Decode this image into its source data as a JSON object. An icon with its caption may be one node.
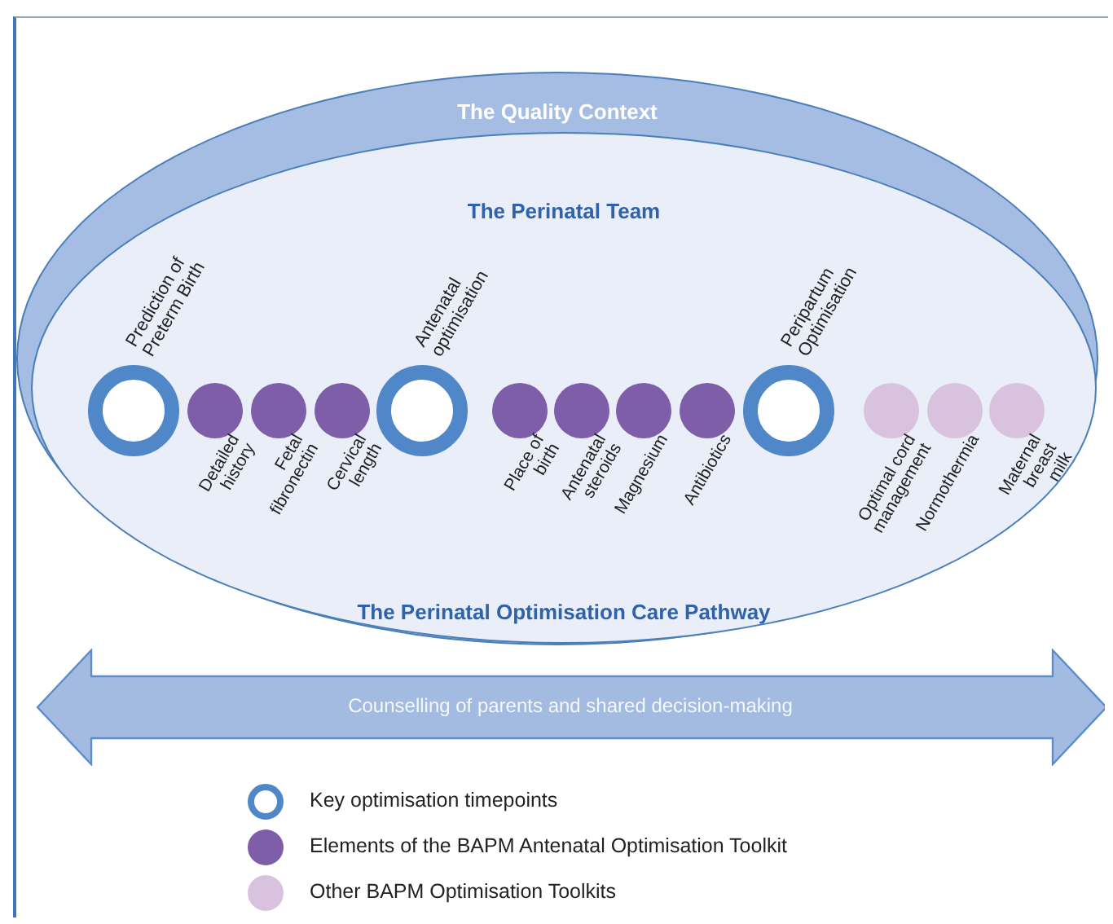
{
  "diagram": {
    "nodes": [
      {
        "text": [
          "The Quality Context"
        ]
      },
      {
        "text": [
          "The Perinatal Team",
          "The Perinatal Optimisation Care Pathway"
        ],
        "in": 0
      },
      {
        "text": [
          "Prediction of Preterm Birth"
        ],
        "in": 1
      },
      {
        "text": [
          "Detailed history"
        ],
        "in": 1
      },
      {
        "text": [
          "Fetal fibronectin"
        ],
        "in": 1
      },
      {
        "text": [
          "Cervical length"
        ],
        "in": 1
      },
      {
        "text": [
          "Antenatal optimisation"
        ],
        "in": 1
      },
      {
        "text": [
          "Place of birth"
        ],
        "in": 1
      },
      {
        "text": [
          "Antenatal steroids"
        ],
        "in": 1
      },
      {
        "text": [
          "Magnesium"
        ],
        "in": 1
      },
      {
        "text": [
          "Antibiotics"
        ],
        "in": 1
      },
      {
        "text": [
          "Peripartum Optimisation"
        ],
        "in": 1
      },
      {
        "text": [
          "Optimal cord management"
        ],
        "in": 1
      },
      {
        "text": [
          "Normothermia"
        ],
        "in": 1
      },
      {
        "text": [
          "Maternal breast milk"
        ],
        "in": 1
      },
      {
        "text": [
          "Counselling of parents and shared decision-making"
        ]
      }
    ],
    "edges": [],
    "legend": [
      {
        "text": "Key optimisation timepoints"
      },
      {
        "text": "Elements of the BAPM Antenatal Optimisation Toolkit",
        "color": "#7e5ea9"
      },
      {
        "text": "Other BAPM Optimisation Toolkits",
        "color": "#d9c2de"
      }
    ]
  }
}
